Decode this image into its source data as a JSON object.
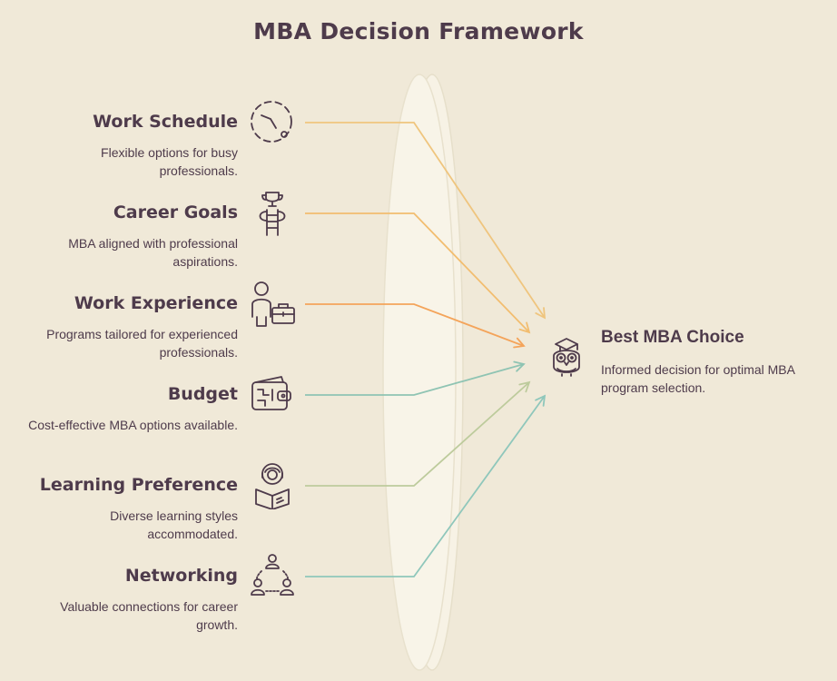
{
  "title": "MBA Decision Framework",
  "factors": [
    {
      "name": "Work Schedule",
      "description": "Flexible options for busy professionals.",
      "icon": "clock-icon",
      "color": "#efc57e"
    },
    {
      "name": "Career Goals",
      "description": "MBA aligned with professional aspirations.",
      "icon": "trophy-ladder-icon",
      "color": "#f2bd6f"
    },
    {
      "name": "Work Experience",
      "description": "Programs tailored for experienced professionals.",
      "icon": "person-briefcase-icon",
      "color": "#f4a45a"
    },
    {
      "name": "Budget",
      "description": "Cost-effective MBA options available.",
      "icon": "wallet-icon",
      "color": "#8fc4b3"
    },
    {
      "name": "Learning Preference",
      "description": "Diverse learning styles accommodated.",
      "icon": "reader-book-icon",
      "color": "#bdcb9c"
    },
    {
      "name": "Networking",
      "description": "Valuable connections for career growth.",
      "icon": "people-network-icon",
      "color": "#8fc7bb"
    }
  ],
  "result": {
    "title": "Best MBA Choice",
    "description": "Informed decision for optimal MBA program selection.",
    "icon": "graduate-owl-icon"
  },
  "colors": {
    "background": "#f0e9d8",
    "lens": "#f7f2e5",
    "text": "#4e3b4b"
  }
}
